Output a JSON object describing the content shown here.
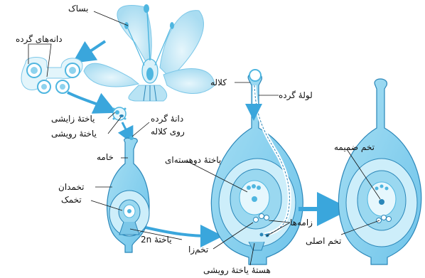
{
  "labels": {
    "anther": "بساک",
    "pollen_grains": "دانه‌های گرده",
    "generative_cell": "یاختهٔ زایشی",
    "vegetative_cell": "یاختهٔ رویشی",
    "pollen_on_stigma_line1": "دانهٔ گرده",
    "pollen_on_stigma_line2": "روی کلاله",
    "style": "خامه",
    "ovary": "تخمدان",
    "ovule": "تخمک",
    "cell_2n": "یاختهٔ 2n",
    "stigma": "کلاله",
    "pollen_tube": "لولهٔ گرده",
    "binucleate_cell": "یاختهٔ دوهسته‌ای",
    "sperms": "زامه‌ها",
    "egg_cell": "تخم‌زا",
    "vegetative_nucleus": "هستهٔ یاختهٔ رویشی",
    "endosperm_zygote": "تخم ضمیمه",
    "main_zygote": "تخم اصلی"
  },
  "colors": {
    "tissue_light": "#bfe7f5",
    "tissue_mid": "#8fd3ee",
    "tissue_dark": "#4fb6e0",
    "outline": "#2a86b8",
    "arrow": "#3aa6dc",
    "leader": "#111111"
  }
}
